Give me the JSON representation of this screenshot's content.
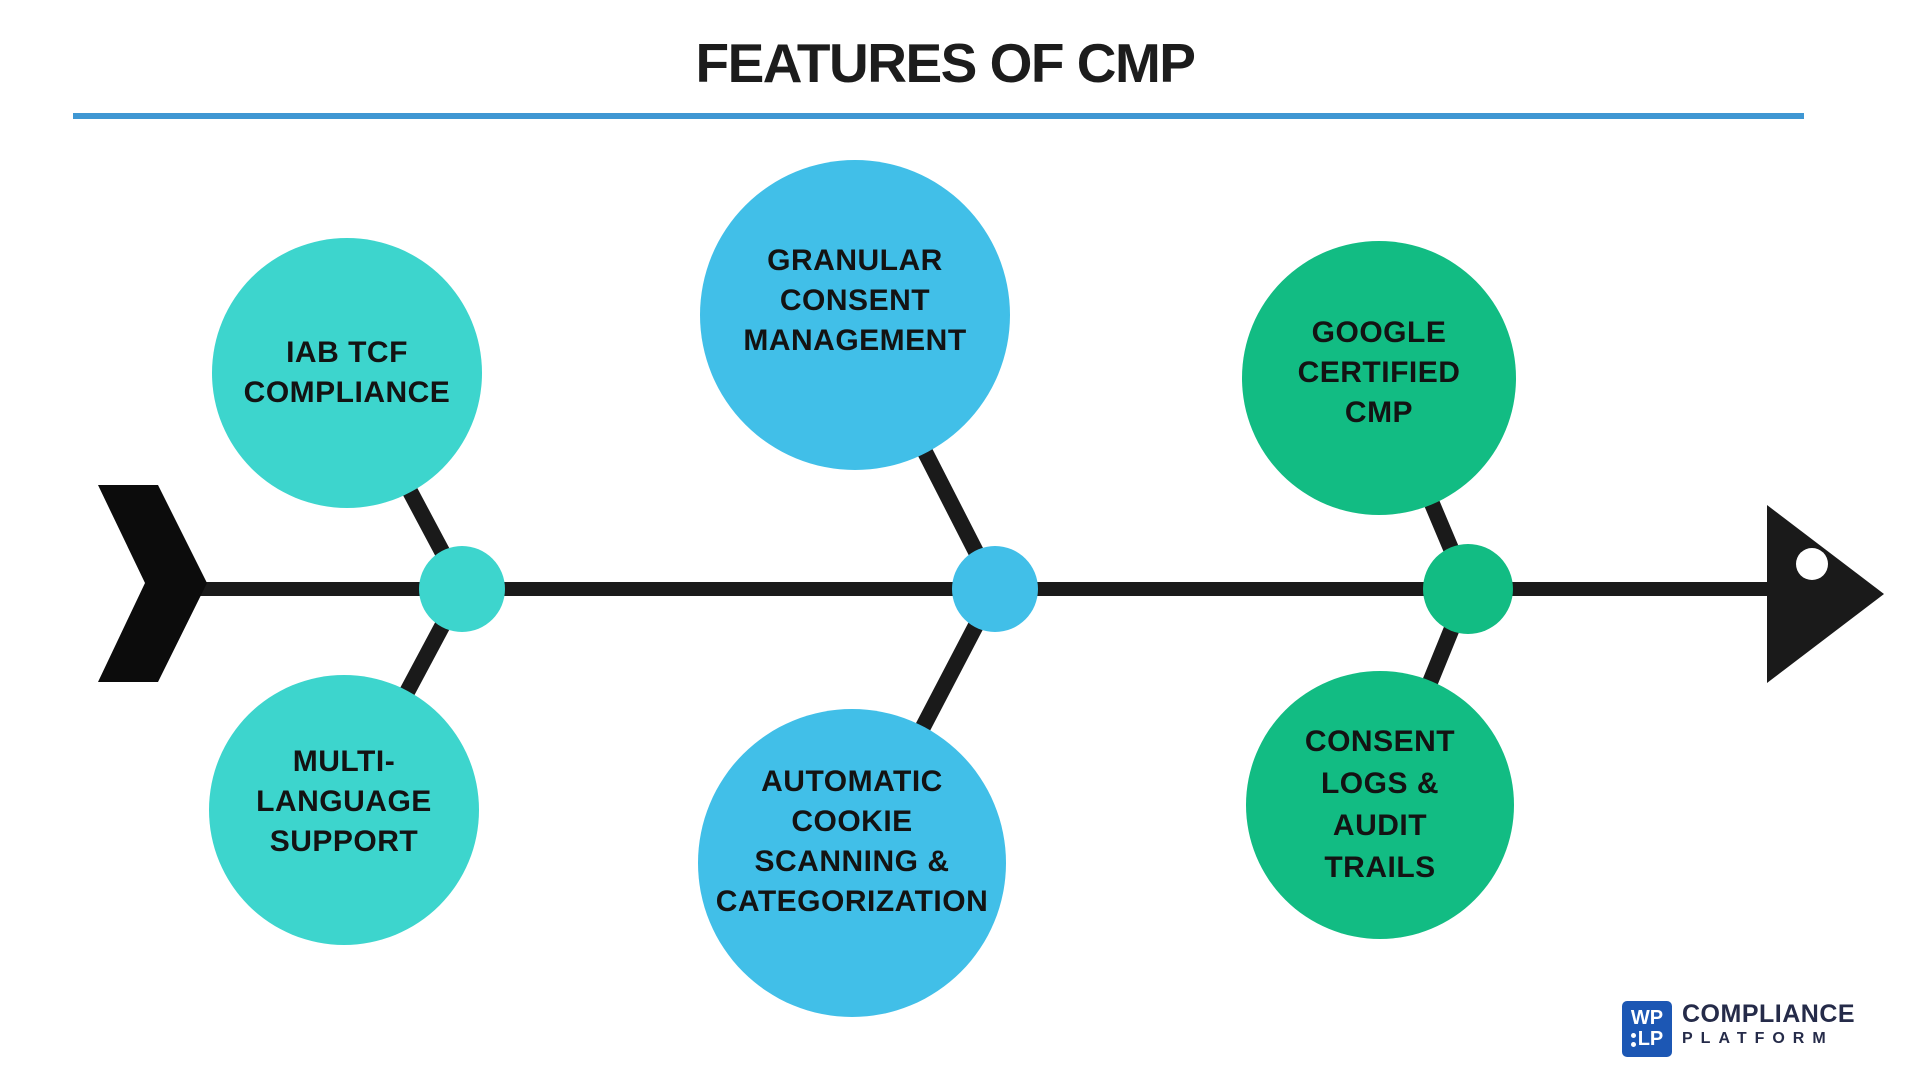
{
  "title": {
    "text": "FEATURES OF CMP"
  },
  "colors": {
    "teal": "#3dd5cd",
    "blue": "#41bfe8",
    "green": "#12bc83",
    "ink": "#1a1a1a",
    "title_underline": "#3f97d3",
    "logo_badge_blue": "#1c57b4",
    "logo_navy": "#252b49"
  },
  "diagram": {
    "type": "fishbone-timeline",
    "features": [
      {
        "id": "iab-tcf-compliance",
        "color": "teal",
        "position": "top",
        "lines": {
          "0": "IAB TCF",
          "1": "COMPLIANCE"
        }
      },
      {
        "id": "multi-language-support",
        "color": "teal",
        "position": "bottom",
        "lines": {
          "0": "MULTI-",
          "1": "LANGUAGE",
          "2": "SUPPORT"
        }
      },
      {
        "id": "granular-consent-management",
        "color": "blue",
        "position": "top",
        "lines": {
          "0": "GRANULAR",
          "1": "CONSENT",
          "2": "MANAGEMENT"
        }
      },
      {
        "id": "automatic-cookie-scanning-categorization",
        "color": "blue",
        "position": "bottom",
        "lines": {
          "0": "AUTOMATIC",
          "1": "COOKIE",
          "2": "SCANNING &",
          "3": "CATEGORIZATION"
        }
      },
      {
        "id": "google-certified-cmp",
        "color": "green",
        "position": "top",
        "lines": {
          "0": "GOOGLE",
          "1": "CERTIFIED",
          "2": "CMP"
        }
      },
      {
        "id": "consent-logs-audit-trails",
        "color": "green",
        "position": "bottom",
        "lines": {
          "0": "CONSENT",
          "1": "LOGS &",
          "2": "AUDIT",
          "3": "TRAILS"
        }
      }
    ]
  },
  "logo": {
    "badge_line1": "WP",
    "badge_line2": "LP",
    "title": "COMPLIANCE",
    "subtitle": "P L A T F O R M",
    "subtitle_plain": "PLATFORM"
  }
}
